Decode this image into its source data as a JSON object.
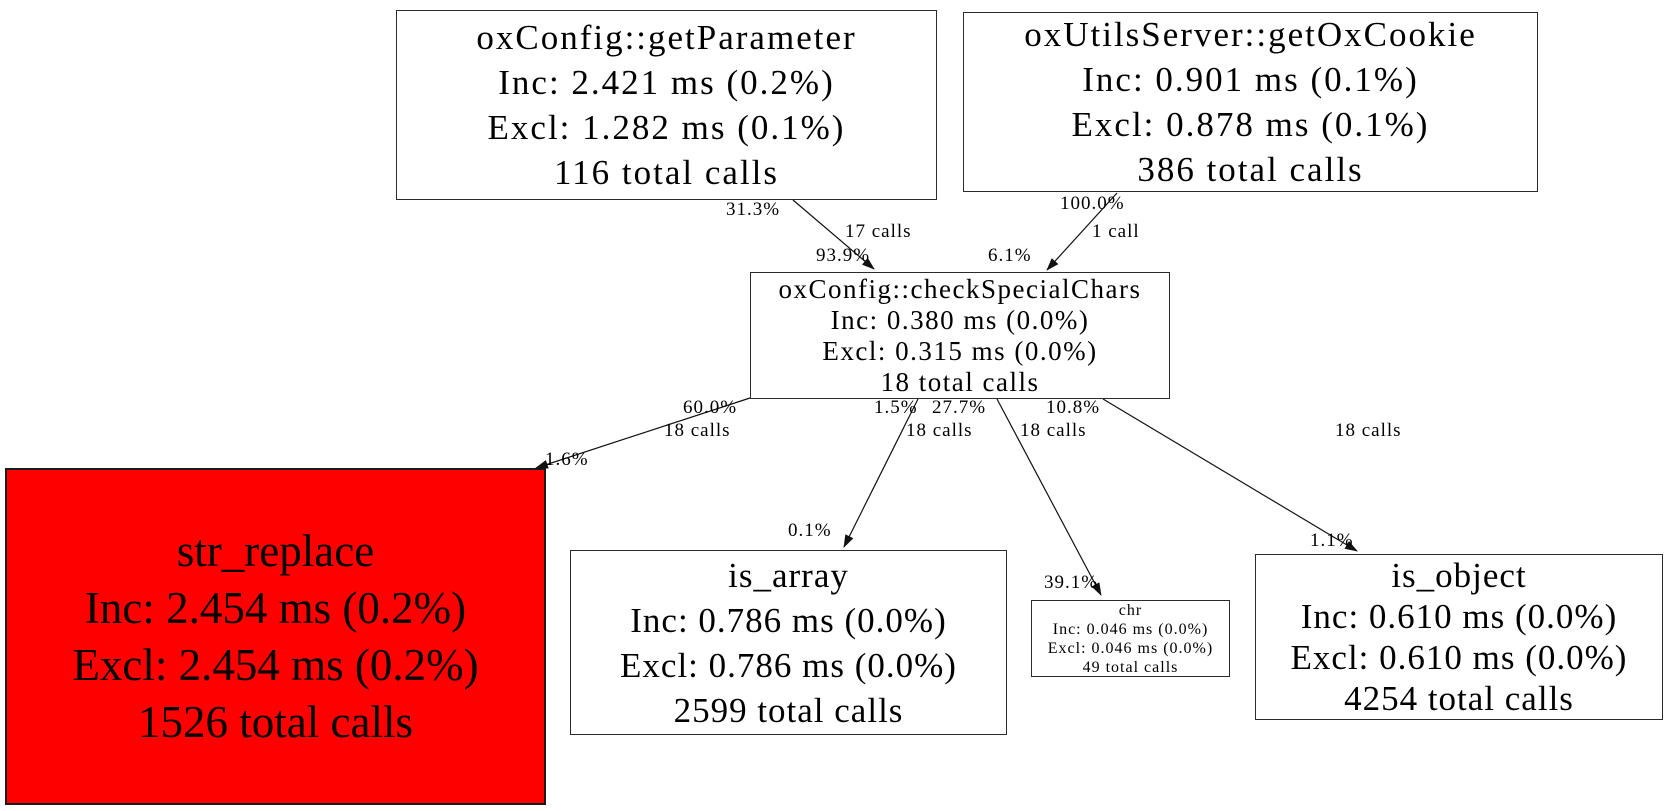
{
  "diagram": {
    "type": "profiler-call-graph",
    "background": "#ffffff",
    "highlight_color": "#ff0000"
  },
  "nodes": {
    "get_parameter": {
      "title": "oxConfig::getParameter",
      "inc": "Inc: 2.421 ms (0.2%)",
      "excl": "Excl: 1.282 ms (0.1%)",
      "calls": "116 total calls"
    },
    "get_ox_cookie": {
      "title": "oxUtilsServer::getOxCookie",
      "inc": "Inc: 0.901 ms (0.1%)",
      "excl": "Excl: 0.878 ms (0.1%)",
      "calls": "386 total calls"
    },
    "check_special_chars": {
      "title": "oxConfig::checkSpecialChars",
      "inc": "Inc: 0.380 ms (0.0%)",
      "excl": "Excl: 0.315 ms (0.0%)",
      "calls": "18 total calls"
    },
    "str_replace": {
      "title": "str_replace",
      "inc": "Inc: 2.454 ms (0.2%)",
      "excl": "Excl: 2.454 ms (0.2%)",
      "calls": "1526 total calls",
      "fill": "#ff0000"
    },
    "is_array": {
      "title": "is_array",
      "inc": "Inc: 0.786 ms (0.0%)",
      "excl": "Excl: 0.786 ms (0.0%)",
      "calls": "2599 total calls"
    },
    "chr": {
      "title": "chr",
      "inc": "Inc: 0.046 ms (0.0%)",
      "excl": "Excl: 0.046 ms (0.0%)",
      "calls": "49 total calls"
    },
    "is_object": {
      "title": "is_object",
      "inc": "Inc: 0.610 ms (0.0%)",
      "excl": "Excl: 0.610 ms (0.0%)",
      "calls": "4254 total calls"
    }
  },
  "edges": {
    "param_to_check": {
      "source_pct": "31.3%",
      "calls": "17 calls",
      "target_pct": "93.9%"
    },
    "cookie_to_check": {
      "source_pct": "100.0%",
      "calls": "1 call",
      "target_pct": "6.1%"
    },
    "check_to_strreplace": {
      "source_pct": "60.0%",
      "calls": "18 calls",
      "target_pct": "1.6%"
    },
    "check_to_isarray": {
      "source_pct": "1.5%",
      "calls": "18 calls",
      "target_pct": "0.1%"
    },
    "check_to_chr": {
      "source_pct": "27.7%",
      "calls": "18 calls",
      "target_pct": "39.1%"
    },
    "check_to_isobject": {
      "source_pct": "10.8%",
      "calls": "18 calls",
      "target_pct": "1.1%"
    }
  }
}
